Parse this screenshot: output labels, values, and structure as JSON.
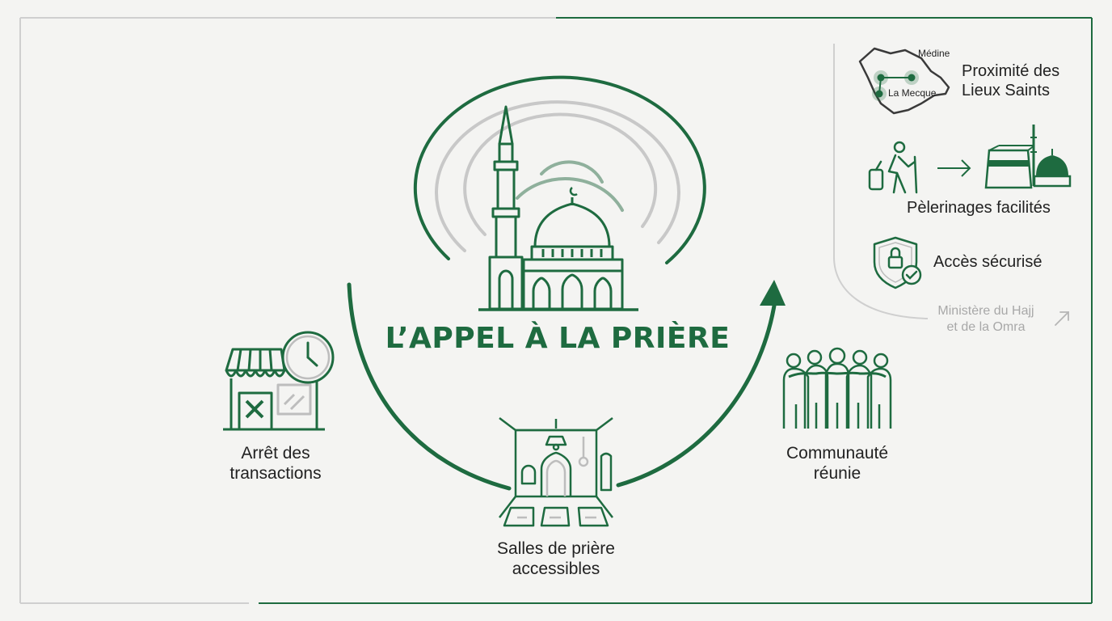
{
  "title": "L’APPEL À LA PRIÈRE",
  "stages": {
    "transactions": {
      "line1": "Arrêt des",
      "line2": "transactions"
    },
    "prayer_rooms": {
      "line1": "Salles de prière",
      "line2": "accessibles"
    },
    "community": {
      "line1": "Communauté",
      "line2": "réunie"
    }
  },
  "panel": {
    "map": {
      "label_medina": "Médine",
      "label_mecca": "La Mecque"
    },
    "proximity": {
      "line1": "Proximité des",
      "line2": "Lieux Saints"
    },
    "pilgrimage": "Pèlerinages facilités",
    "security": "Accès sécurisé",
    "ministry": {
      "line1": "Ministère du Hajj",
      "line2": "et de la Omra"
    }
  },
  "colors": {
    "accent": "#1e6b40",
    "muted": "#a8a8a8",
    "background": "#f4f4f2"
  }
}
